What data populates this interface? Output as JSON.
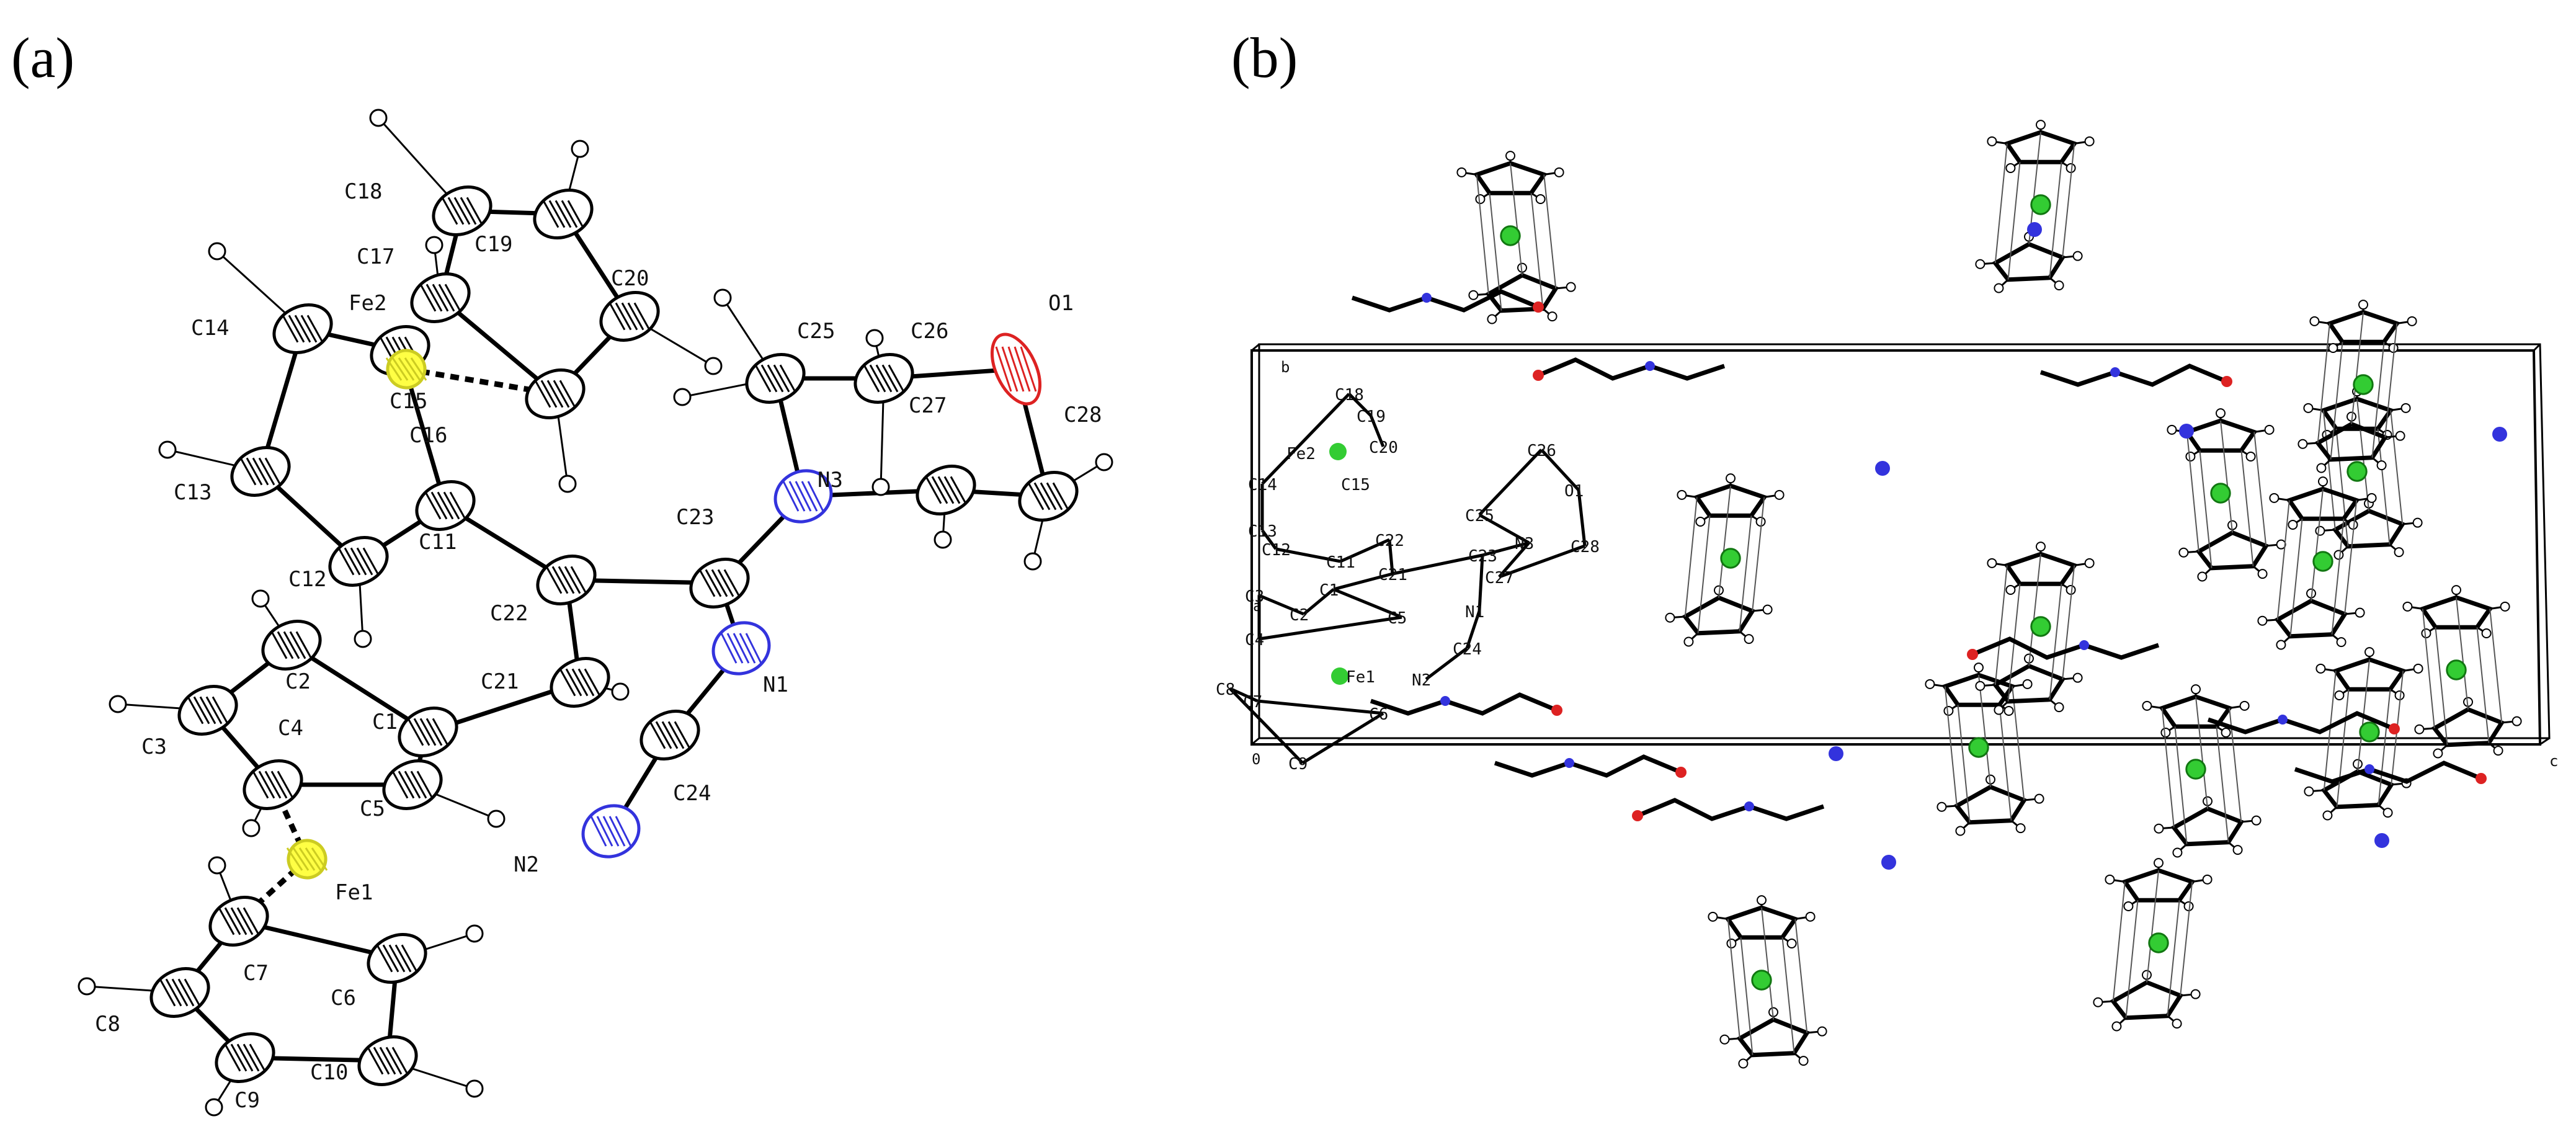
{
  "colors": {
    "carbon": "#ffffff",
    "hydrogen": "#ffffff",
    "iron": "#ffff44",
    "nitrogen": "#3333dd",
    "oxygen": "#dd2222",
    "iron_packing": "#33cc33",
    "bond": "#000000"
  },
  "panel_a": {
    "label": "(a)",
    "atoms": [
      {
        "id": "C1",
        "label": "C1",
        "el": "C"
      },
      {
        "id": "C2",
        "label": "C2",
        "el": "C"
      },
      {
        "id": "C3",
        "label": "C3",
        "el": "C"
      },
      {
        "id": "C4",
        "label": "C4",
        "el": "C"
      },
      {
        "id": "C5",
        "label": "C5",
        "el": "C"
      },
      {
        "id": "C6",
        "label": "C6",
        "el": "C"
      },
      {
        "id": "C7",
        "label": "C7",
        "el": "C"
      },
      {
        "id": "C8",
        "label": "C8",
        "el": "C"
      },
      {
        "id": "C9",
        "label": "C9",
        "el": "C"
      },
      {
        "id": "C10",
        "label": "C10",
        "el": "C"
      },
      {
        "id": "C11",
        "label": "C11",
        "el": "C"
      },
      {
        "id": "C12",
        "label": "C12",
        "el": "C"
      },
      {
        "id": "C13",
        "label": "C13",
        "el": "C"
      },
      {
        "id": "C14",
        "label": "C14",
        "el": "C"
      },
      {
        "id": "C15",
        "label": "C15",
        "el": "C"
      },
      {
        "id": "C16",
        "label": "C16",
        "el": "C"
      },
      {
        "id": "C17",
        "label": "C17",
        "el": "C"
      },
      {
        "id": "C18",
        "label": "C18",
        "el": "C"
      },
      {
        "id": "C19",
        "label": "C19",
        "el": "C"
      },
      {
        "id": "C20",
        "label": "C20",
        "el": "C"
      },
      {
        "id": "C21",
        "label": "C21",
        "el": "C"
      },
      {
        "id": "C22",
        "label": "C22",
        "el": "C"
      },
      {
        "id": "C23",
        "label": "C23",
        "el": "C"
      },
      {
        "id": "C24",
        "label": "C24",
        "el": "C"
      },
      {
        "id": "C25",
        "label": "C25",
        "el": "C"
      },
      {
        "id": "C26",
        "label": "C26",
        "el": "C"
      },
      {
        "id": "C27",
        "label": "C27",
        "el": "C"
      },
      {
        "id": "C28",
        "label": "C28",
        "el": "C"
      },
      {
        "id": "N1",
        "label": "N1",
        "el": "N"
      },
      {
        "id": "N2",
        "label": "N2",
        "el": "N"
      },
      {
        "id": "N3",
        "label": "N3",
        "el": "N"
      },
      {
        "id": "O1",
        "label": "O1",
        "el": "O"
      },
      {
        "id": "Fe1",
        "label": "Fe1",
        "el": "Fe"
      },
      {
        "id": "Fe2",
        "label": "Fe2",
        "el": "Fe"
      }
    ],
    "bonds": [
      [
        "C1",
        "C2"
      ],
      [
        "C2",
        "C3"
      ],
      [
        "C3",
        "C4"
      ],
      [
        "C4",
        "C5"
      ],
      [
        "C5",
        "C1"
      ],
      [
        "C6",
        "C7"
      ],
      [
        "C7",
        "C8"
      ],
      [
        "C8",
        "C9"
      ],
      [
        "C9",
        "C10"
      ],
      [
        "C10",
        "C6"
      ],
      [
        "C11",
        "C12"
      ],
      [
        "C12",
        "C13"
      ],
      [
        "C13",
        "C14"
      ],
      [
        "C14",
        "C15"
      ],
      [
        "C15",
        "C11"
      ],
      [
        "C16",
        "C17"
      ],
      [
        "C17",
        "C18"
      ],
      [
        "C18",
        "C19"
      ],
      [
        "C19",
        "C20"
      ],
      [
        "C20",
        "C16"
      ],
      [
        "C1",
        "C21"
      ],
      [
        "C21",
        "C22"
      ],
      [
        "C22",
        "C11"
      ],
      [
        "C22",
        "C23"
      ],
      [
        "C23",
        "N3"
      ],
      [
        "C23",
        "N1"
      ],
      [
        "N1",
        "C24"
      ],
      [
        "C24",
        "N2"
      ],
      [
        "N3",
        "C25"
      ],
      [
        "C25",
        "C26"
      ],
      [
        "C26",
        "O1"
      ],
      [
        "O1",
        "C28"
      ],
      [
        "C28",
        "C27"
      ],
      [
        "C27",
        "N3"
      ]
    ],
    "dashed_bonds": [
      [
        "Fe1",
        "C4"
      ],
      [
        "Fe1",
        "C7"
      ],
      [
        "Fe2",
        "C15"
      ],
      [
        "Fe2",
        "C16"
      ]
    ]
  },
  "panel_b": {
    "label": "(b)",
    "axis_labels": {
      "origin": "0",
      "b": "b",
      "a": "a",
      "c": "c"
    },
    "labels": [
      "C18",
      "C19",
      "Fe2",
      "C14",
      "C20",
      "C26",
      "C13",
      "C15",
      "C25",
      "O1",
      "C12",
      "C11",
      "C22",
      "N3",
      "C28",
      "C21",
      "C23",
      "C27",
      "C3",
      "C1",
      "C2",
      "C5",
      "N1",
      "C4",
      "C24",
      "C8",
      "Fe1",
      "N2",
      "C7",
      "C6",
      "C9"
    ]
  }
}
